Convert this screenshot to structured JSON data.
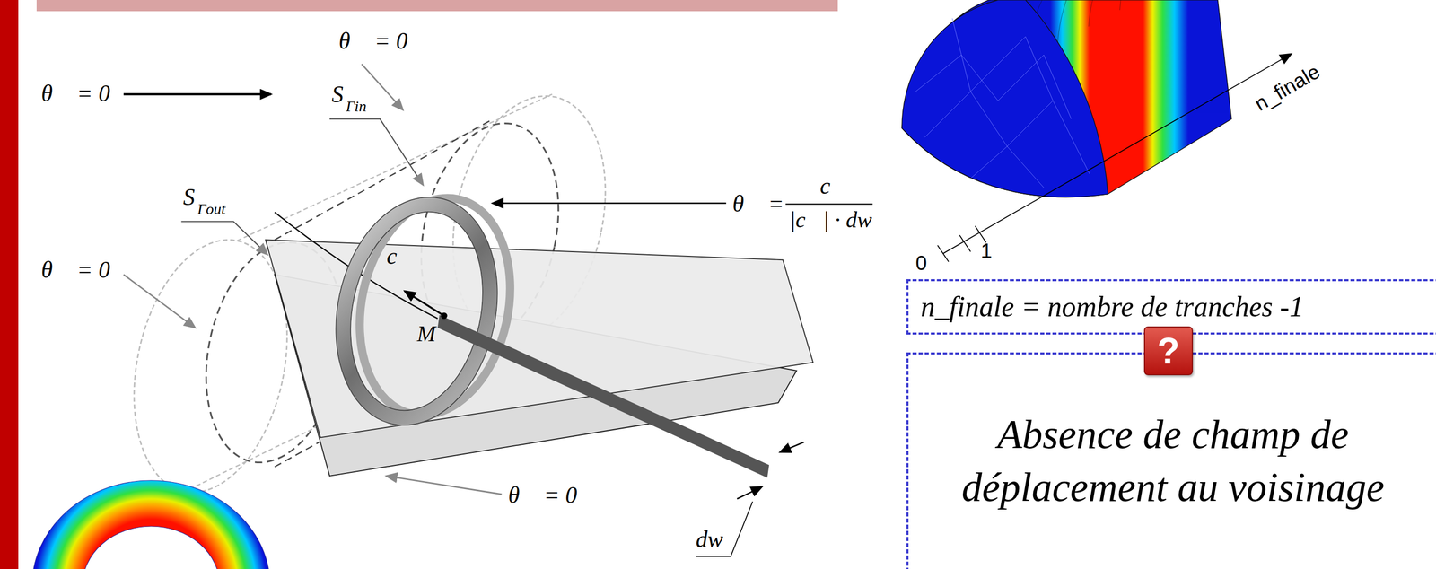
{
  "diagram": {
    "nodes": [
      {
        "text": [
          "n_finale = nombre de tranches -1"
        ]
      },
      {
        "text": [
          "Absence de champ de déplacement au voisinage"
        ]
      },
      {
        "text": [
          "?"
        ],
        "in": 1
      }
    ],
    "labels": [
      "θ⃗ = 0⃗",
      "S",
      "Γin",
      "θ⃗ = 0⃗",
      "θ⃗ =",
      "c⃗",
      "|c⃗| · dw",
      "S",
      "Γout",
      "c⃗",
      "M",
      "θ⃗ = 0⃗",
      "θ⃗ = 0⃗",
      "dw",
      "0",
      "1",
      "n_finale"
    ]
  }
}
